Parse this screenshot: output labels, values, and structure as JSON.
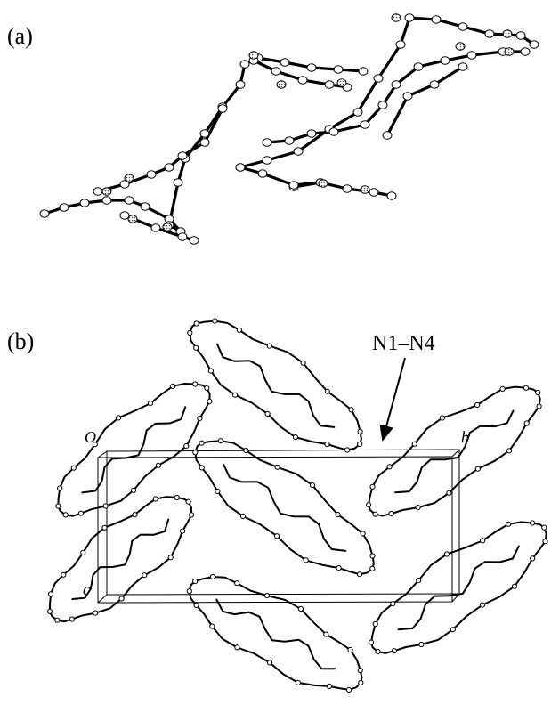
{
  "panel_a": {
    "label": "(a)"
  },
  "panel_b": {
    "label": "(b)",
    "annotation": "N1–N4",
    "axes": {
      "origin": "O",
      "b": "b",
      "c": "c"
    }
  },
  "colors": {
    "ink": "#000000",
    "atom_fill": "#ffffff",
    "n_atom_fill": "#bbbbbb"
  }
}
